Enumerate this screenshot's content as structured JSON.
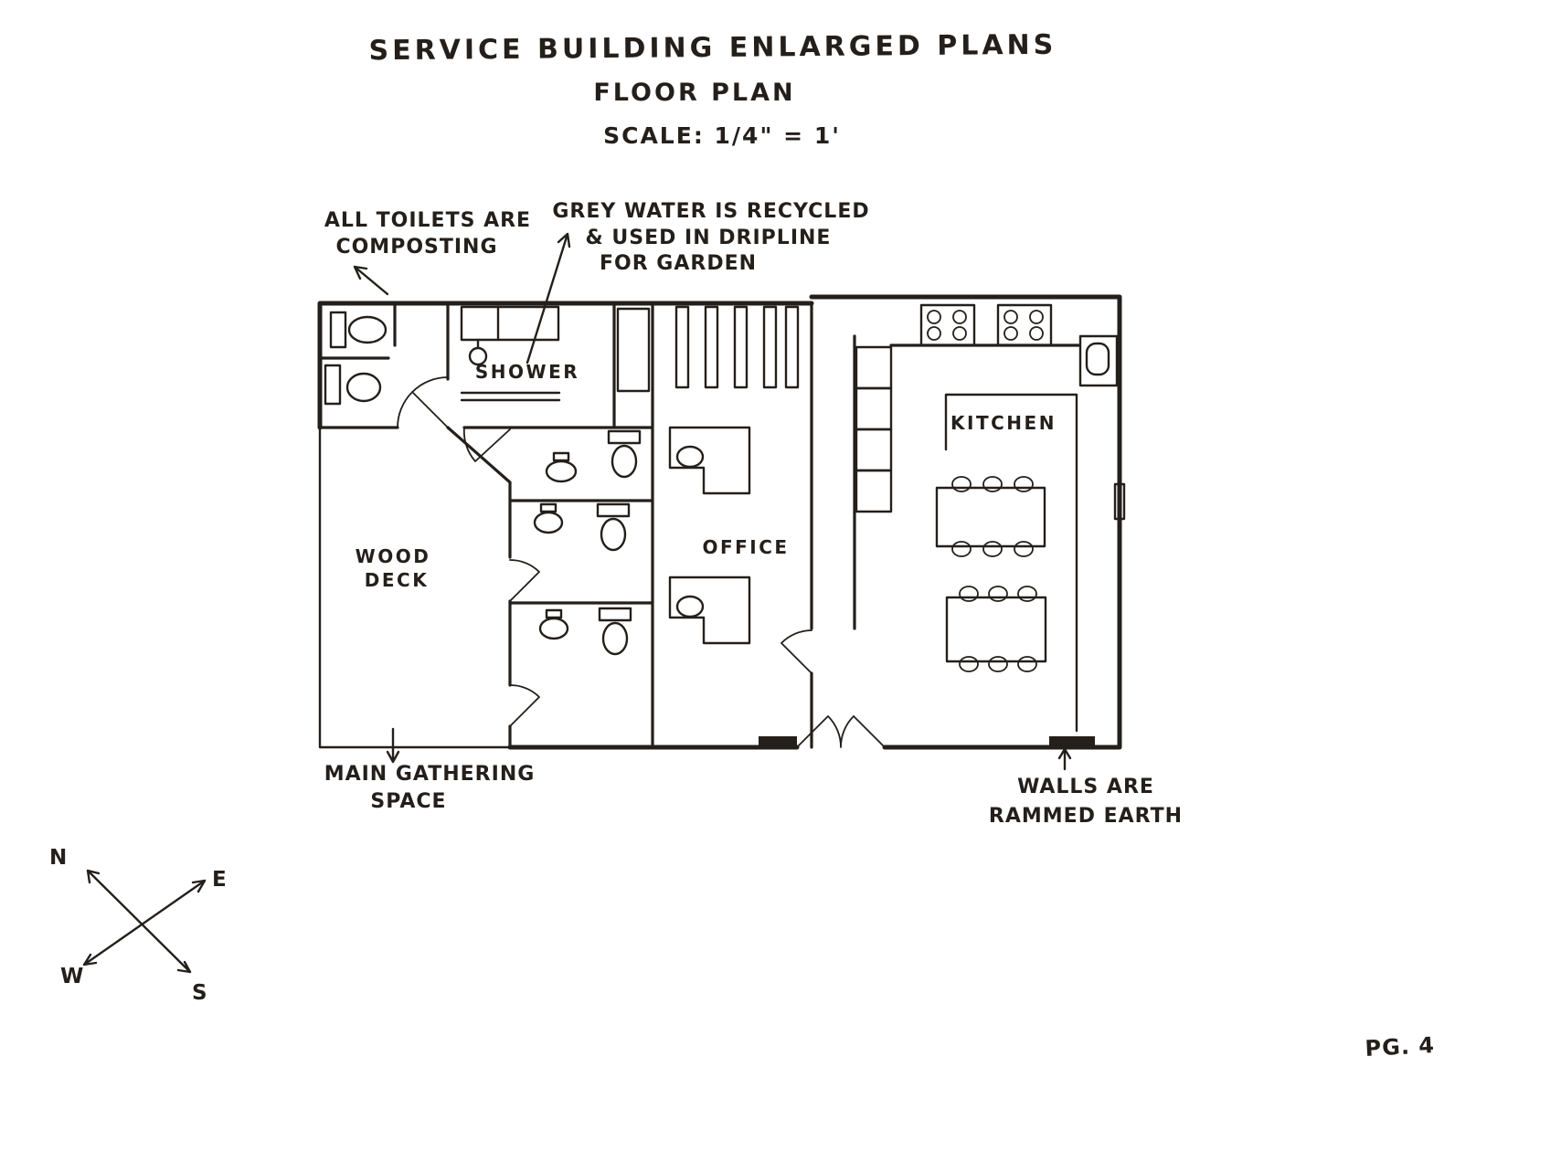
{
  "header": {
    "title": "SERVICE BUILDING ENLARGED PLANS",
    "subtitle": "FLOOR PLAN",
    "scale": "SCALE: 1/4\" = 1'"
  },
  "annotations": {
    "toilets": [
      "ALL TOILETS ARE",
      "COMPOSTING"
    ],
    "greywater": [
      "GREY WATER IS RECYCLED",
      "& USED IN DRIPLINE",
      "FOR GARDEN"
    ],
    "gathering": [
      "MAIN GATHERING",
      "SPACE"
    ],
    "rammed_earth": [
      "WALLS ARE",
      "RAMMED EARTH"
    ]
  },
  "rooms": {
    "shower": "SHOWER",
    "wood_deck": [
      "WOOD",
      "DECK"
    ],
    "office": "OFFICE",
    "kitchen": "KITCHEN"
  },
  "compass": {
    "north": "N",
    "east": "E",
    "south": "S",
    "west": "W"
  },
  "footer": {
    "page": "PG. 4"
  },
  "colors": {
    "ink": "#241f1a",
    "paper": "#ffffff"
  }
}
